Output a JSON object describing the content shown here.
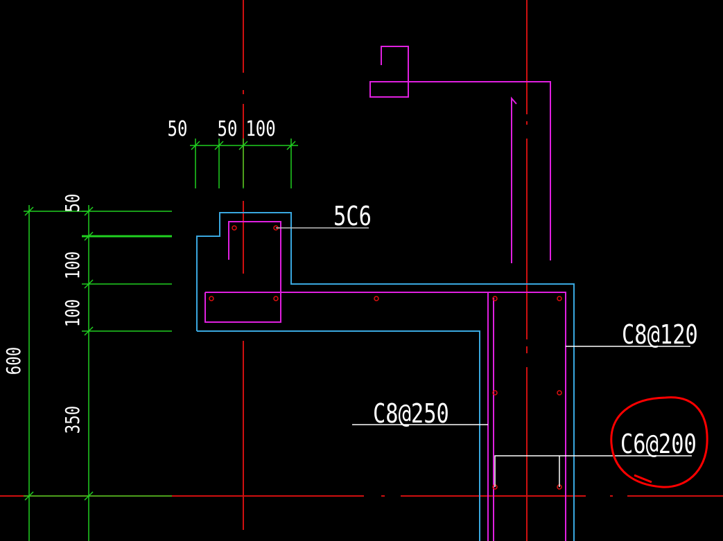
{
  "drawing": {
    "horizontal_dims": [
      "50",
      "50",
      "100"
    ],
    "vertical_dims": [
      "50",
      "100",
      "100",
      "350"
    ],
    "overall_height_label": "600",
    "callouts": {
      "top_bars": "5C6",
      "wall_stirrup": "C8@120",
      "slab_bars": "C8@250",
      "distribution_bars": "C6@200"
    },
    "colors": {
      "background": "#000000",
      "axis_line": "#d01010",
      "concrete_outline": "#3aa8e0",
      "rebar": "#e020e0",
      "rebar_dark": "#9020a0",
      "dimension": "#20d020",
      "text": "#ffffff",
      "highlight_circle": "#ff0000"
    }
  }
}
